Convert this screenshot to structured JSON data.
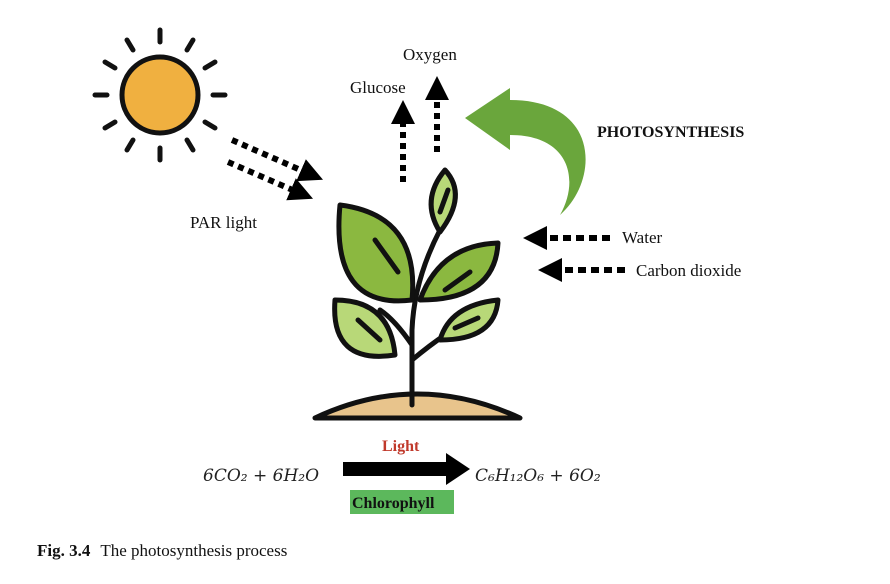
{
  "labels": {
    "oxygen": "Oxygen",
    "glucose": "Glucose",
    "photosynthesis": "PHOTOSYNTHESIS",
    "par_light": "PAR light",
    "water": "Water",
    "carbon_dioxide": "Carbon dioxide"
  },
  "equation": {
    "reactants": "6CO₂ + 6H₂O",
    "products": "C₆H₁₂O₆ + 6O₂",
    "condition_top": "Light",
    "condition_bottom": "Chlorophyll"
  },
  "caption": {
    "number": "Fig. 3.4",
    "text": "The photosynthesis process"
  },
  "colors": {
    "sun": "#f0b040",
    "leaf_dark": "#8bb840",
    "leaf_light": "#b8d878",
    "soil": "#e8c48c",
    "curved_arrow": "#6aa63c",
    "light_label": "#c0392b",
    "chlorophyll_bg": "#5cb85c"
  }
}
